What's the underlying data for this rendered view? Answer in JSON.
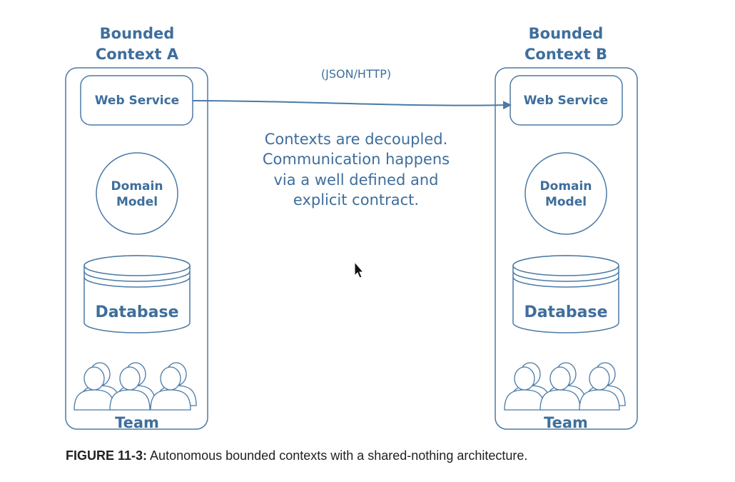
{
  "figure": {
    "number": "FIGURE 11-3:",
    "caption": "Autonomous bounded contexts with a shared-nothing architecture."
  },
  "contexts": [
    {
      "title_line1": "Bounded",
      "title_line2": "Context A",
      "service": "Web Service",
      "domain_line1": "Domain",
      "domain_line2": "Model",
      "database": "Database",
      "team": "Team"
    },
    {
      "title_line1": "Bounded",
      "title_line2": "Context B",
      "service": "Web Service",
      "domain_line1": "Domain",
      "domain_line2": "Model",
      "database": "Database",
      "team": "Team"
    }
  ],
  "connection": {
    "protocol": "(JSON/HTTP)",
    "note_lines": [
      "Contexts are decoupled.",
      "Communication happens",
      "via a well defined and",
      "explicit contract."
    ]
  },
  "colors": {
    "accent": "#3e6e9c",
    "stroke": "#4a7aa6",
    "caption": "#222222"
  }
}
